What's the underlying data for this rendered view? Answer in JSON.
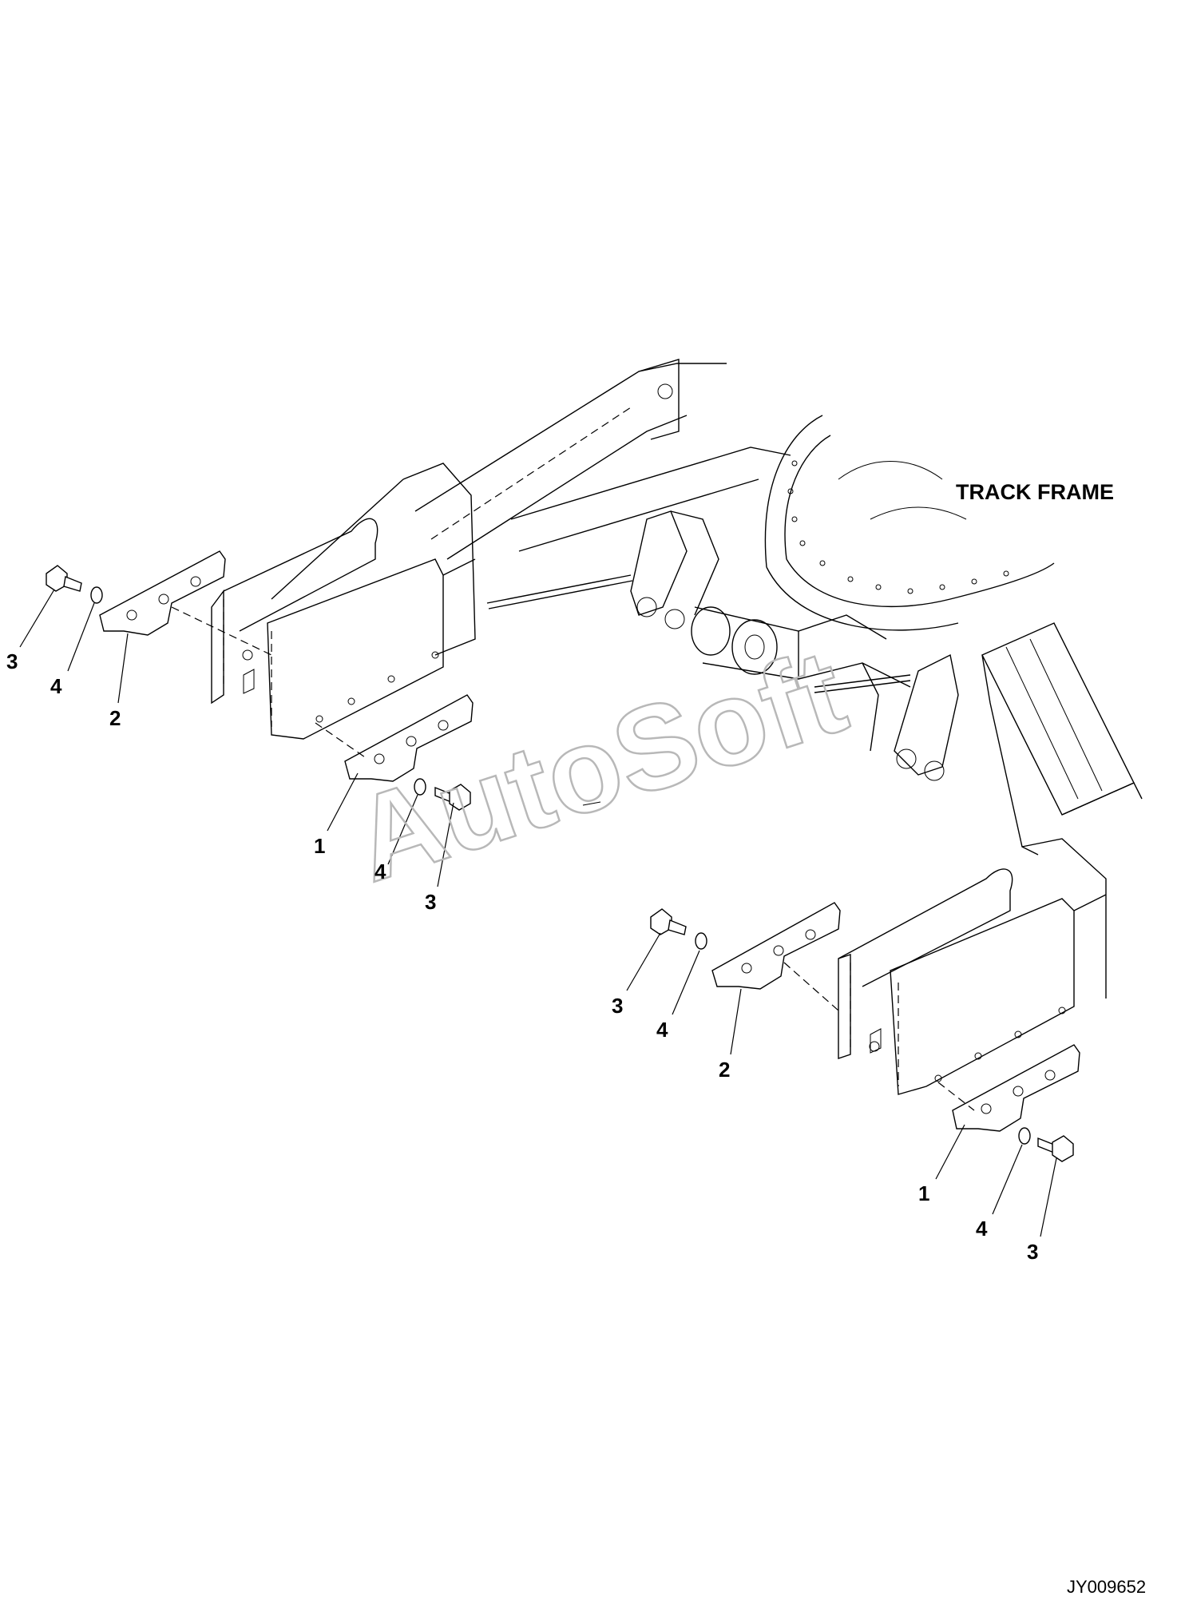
{
  "diagram": {
    "title": "TRACK FRAME",
    "watermark": "AutoSoft",
    "drawing_code": "JY009652",
    "callouts": [
      "3",
      "4",
      "2",
      "1",
      "4",
      "3",
      "3",
      "4",
      "2",
      "1",
      "4",
      "3"
    ]
  }
}
